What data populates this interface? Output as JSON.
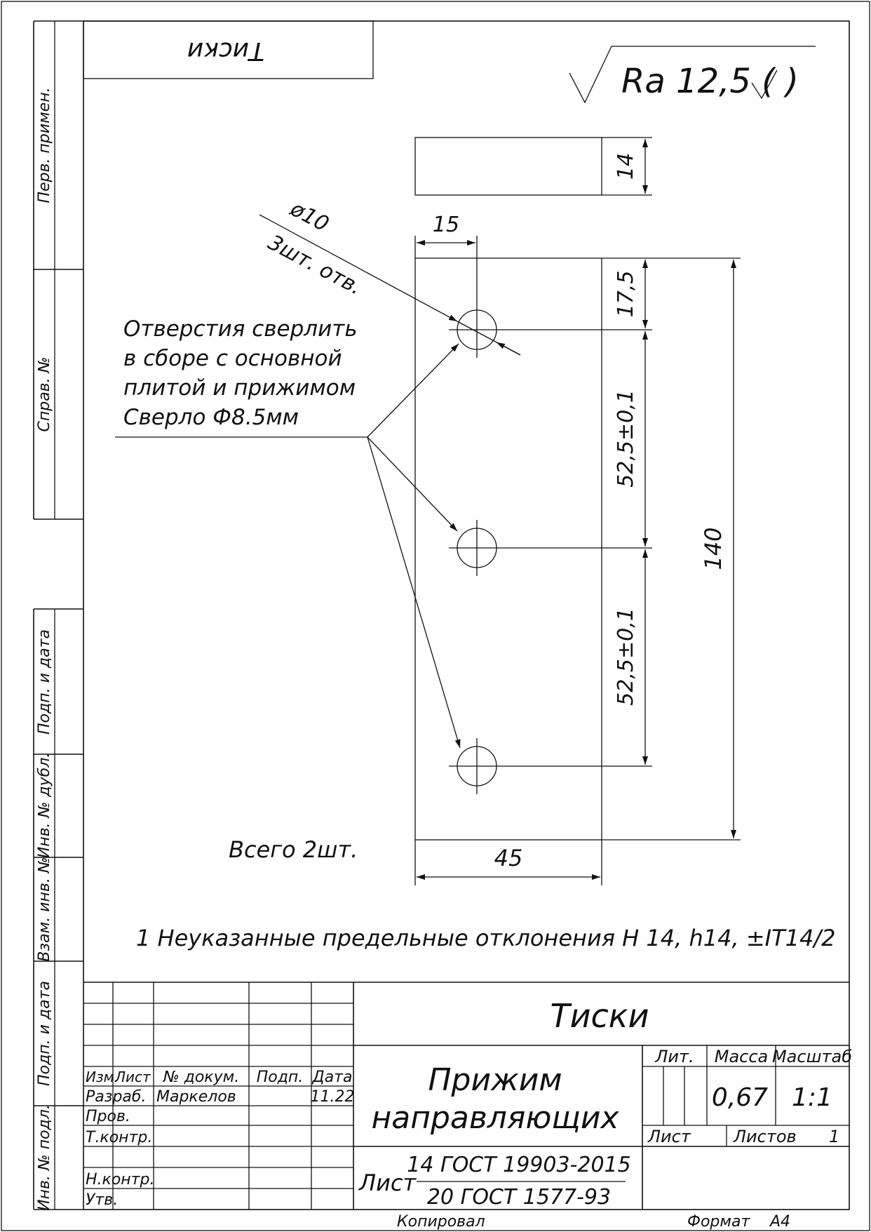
{
  "top_stamp": "Тиски",
  "roughness": "Ra 12,5 (  )",
  "hole_callout": {
    "diameter": "ø10",
    "count": "3шт. отв."
  },
  "dimensions": {
    "thickness": "14",
    "hole_offset_x": "15",
    "first_hole_y": "17,5",
    "pitch_1": "52,5±0,1",
    "pitch_2": "52,5±0,1",
    "length": "140",
    "width": "45"
  },
  "notes": {
    "drill": [
      "Отверстия сверлить",
      "в сборе с основной",
      "плитой и прижимом",
      "Сверло Ф8.5мм"
    ],
    "total": "Всего 2шт.",
    "tolerance": "1 Неуказанные предельные отклонения Н 14, h14, ±IT14/2"
  },
  "side_columns": {
    "first_use": "Перв. примен.",
    "ref_no": "Справ. №",
    "sign_date_1": "Подп. и дата",
    "dup_inv": "Инв. № дубл.",
    "repl_inv": "Взам. инв. №",
    "sign_date_2": "Подп. и дата",
    "orig_inv": "Инв. № подл."
  },
  "title_block": {
    "assembly": "Тиски",
    "part_name": [
      "Прижим",
      "направляющих"
    ],
    "headers": {
      "izm": "Изм.",
      "list": "Лист",
      "doc_no": "№ докум.",
      "sign": "Подп.",
      "date": "Дата"
    },
    "rows": {
      "developer": "Разраб.",
      "checker": "Пров.",
      "tech_control": "Т.контр.",
      "norm_control": "Н.контр.",
      "approved": "Утв."
    },
    "developer_name": "Маркелов",
    "developer_date": "11.22",
    "lit": "Лит.",
    "mass_label": "Масса",
    "scale_label": "Масштаб",
    "mass": "0,67",
    "scale": "1:1",
    "sheet": "Лист",
    "sheets": "Листов",
    "sheets_count": "1",
    "material_prefix": "Лист",
    "material_top": "14 ГОСТ 19903-2015",
    "material_bottom": "20 ГОСТ 1577-93",
    "copied": "Копировал",
    "format_label": "Формат",
    "format": "А4"
  }
}
